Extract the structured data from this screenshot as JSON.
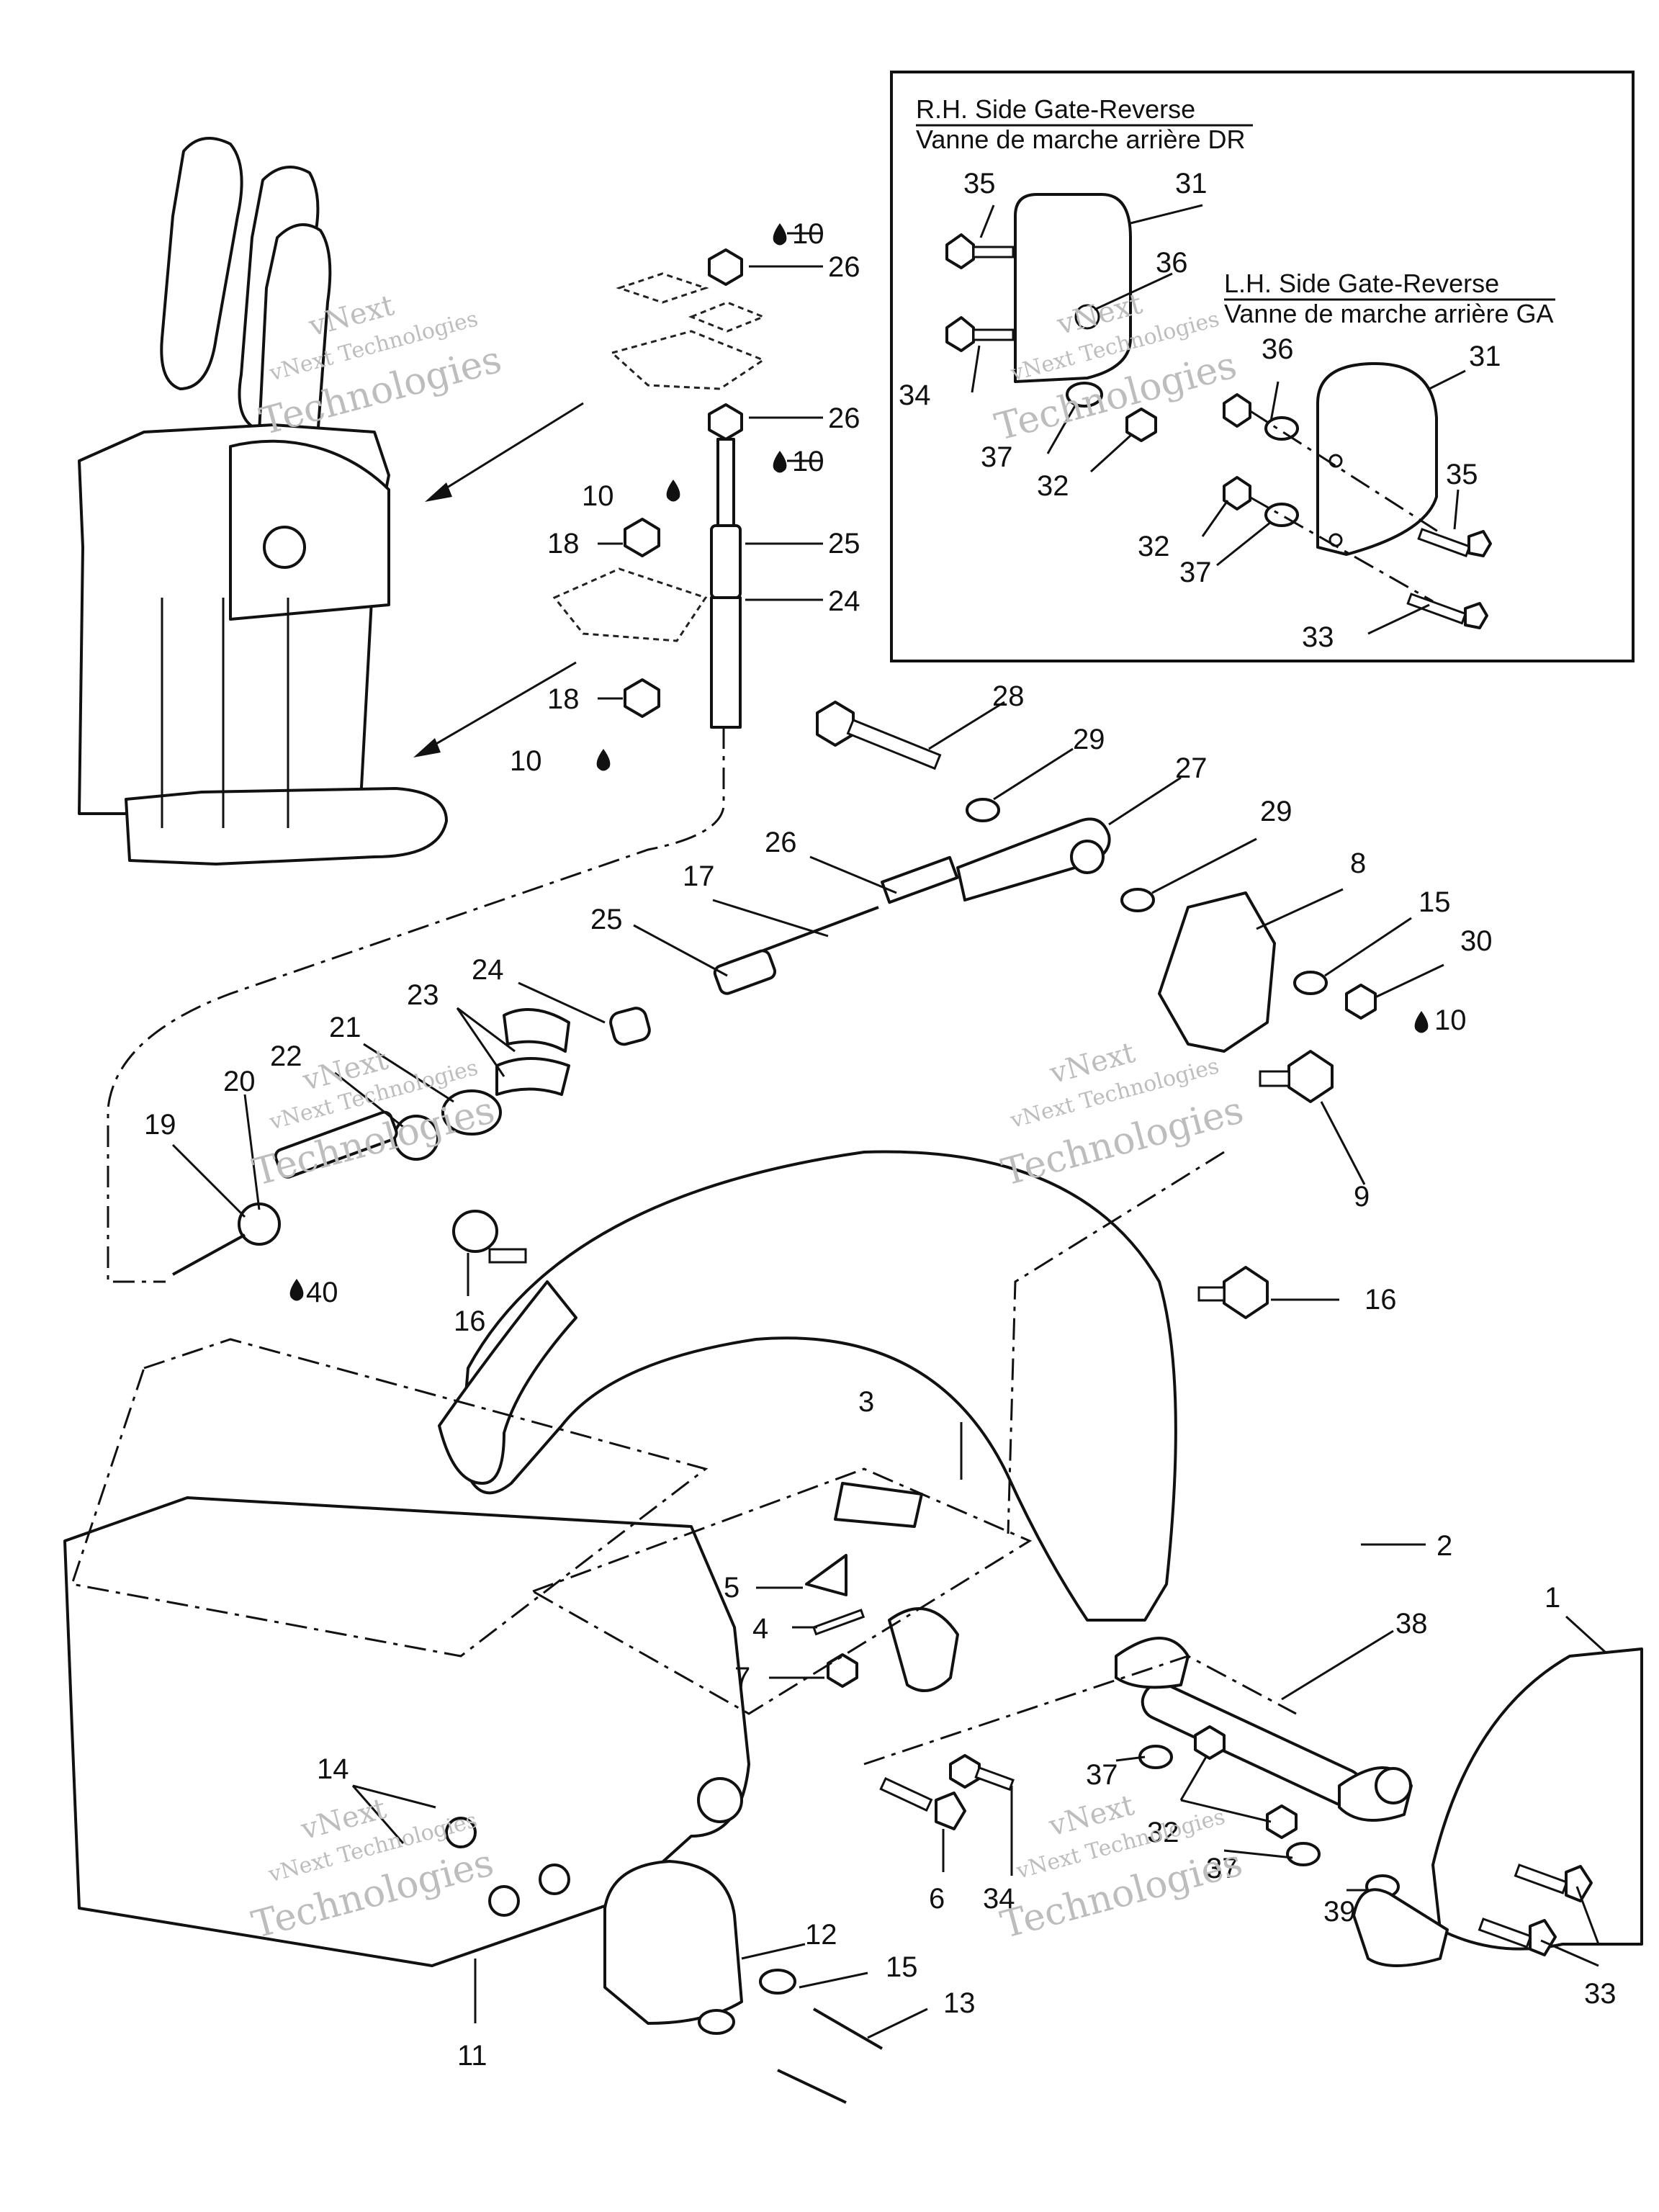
{
  "inset": {
    "rh_title_en": "R.H. Side Gate-Reverse",
    "rh_title_fr": "Vanne de marche arrière DR",
    "lh_title_en": "L.H. Side Gate-Reverse",
    "lh_title_fr": "Vanne de marche arrière GA"
  },
  "watermark": {
    "line1": "vNext",
    "line2": "vNext Technologies",
    "line3": "Technologies"
  },
  "callouts": {
    "c1": "1",
    "c2": "2",
    "c3": "3",
    "c4": "4",
    "c5": "5",
    "c6": "6",
    "c7": "7",
    "c8": "8",
    "c9": "9",
    "c10a": "10",
    "c10b": "10",
    "c10c": "10",
    "c10d": "10",
    "c10e": "10",
    "c11": "11",
    "c12": "12",
    "c13": "13",
    "c14": "14",
    "c15a": "15",
    "c15b": "15",
    "c16a": "16",
    "c16b": "16",
    "c17": "17",
    "c18a": "18",
    "c18b": "18",
    "c19": "19",
    "c20": "20",
    "c21": "21",
    "c22": "22",
    "c23": "23",
    "c24a": "24",
    "c24b": "24",
    "c25a": "25",
    "c25b": "25",
    "c26a": "26",
    "c26b": "26",
    "c26c": "26",
    "c27": "27",
    "c28": "28",
    "c29a": "29",
    "c29b": "29",
    "c30": "30",
    "c31a": "31",
    "c31b": "31",
    "c32a": "32",
    "c32b": "32",
    "c32c": "32",
    "c33a": "33",
    "c33b": "33",
    "c34a": "34",
    "c34b": "34",
    "c35a": "35",
    "c35b": "35",
    "c36a": "36",
    "c36b": "36",
    "c37a": "37",
    "c37b": "37",
    "c37c": "37",
    "c37d": "37",
    "c38": "38",
    "c39": "39",
    "c40": "40"
  },
  "colors": {
    "line": "#111111",
    "background": "#ffffff",
    "watermark": "#bdbdbd"
  }
}
